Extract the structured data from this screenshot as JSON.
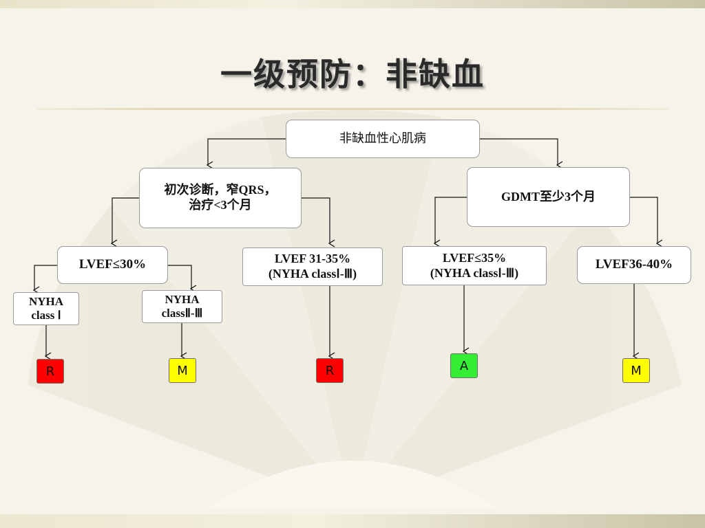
{
  "slide": {
    "title": "一级预防：非缺血"
  },
  "nodes": {
    "root": "非缺血性心肌病",
    "initial_dx": "初次诊断，窄QRS，\n治疗<3个月",
    "gdmt": "GDMT至少3个月",
    "lvef_le30": "LVEF≤30%",
    "lvef_31_35": "LVEF 31-35%\n(NYHA classⅠ-Ⅲ)",
    "lvef_le35": "LVEF≤35%\n(NYHA classⅠ-Ⅲ)",
    "lvef_36_40": "LVEF36-40%",
    "nyha_1": "NYHA\nclass Ⅰ",
    "nyha_2_3": "NYHA\nclassⅡ-Ⅲ"
  },
  "recommendations": {
    "nyha_1": {
      "label": "R",
      "color": "#ff0000"
    },
    "nyha_2_3": {
      "label": "M",
      "color": "#ffff00"
    },
    "lvef_31_35": {
      "label": "R",
      "color": "#ff0000"
    },
    "lvef_le35": {
      "label": "A",
      "color": "#33ee33"
    },
    "lvef_36_40": {
      "label": "M",
      "color": "#ffff00"
    }
  }
}
